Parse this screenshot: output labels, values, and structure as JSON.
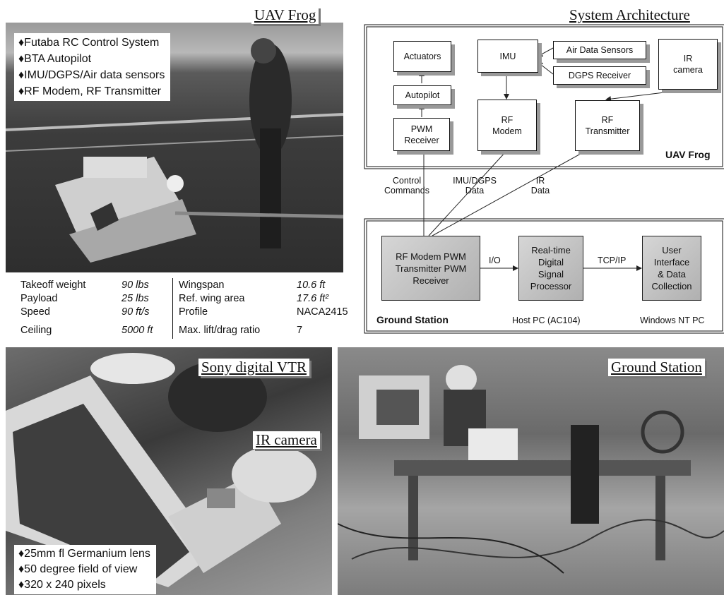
{
  "uav": {
    "title": "UAV Frog",
    "bullets": [
      "♦Futaba RC Control System",
      "♦BTA Autopilot",
      "♦IMU/DGPS/Air data sensors",
      "♦RF Modem, RF Transmitter"
    ]
  },
  "specs": {
    "left": [
      {
        "label": "Takeoff weight",
        "value": "90 lbs"
      },
      {
        "label": "Payload",
        "value": "25 lbs"
      },
      {
        "label": "Speed",
        "value": "90 ft/s"
      },
      {
        "label": "Ceiling",
        "value": "5000 ft"
      }
    ],
    "right": [
      {
        "label": "Wingspan",
        "value": "10.6 ft"
      },
      {
        "label": "Ref. wing area",
        "value": "17.6 ft²"
      },
      {
        "label": "Profile",
        "value": "NACA2415"
      },
      {
        "label": "Max. lift/drag ratio",
        "value": "7"
      }
    ]
  },
  "arch": {
    "title": "System Architecture",
    "uav_label": "UAV Frog",
    "actuators": "Actuators",
    "imu": "IMU",
    "air_data": "Air Data Sensors",
    "dgps": "DGPS Receiver",
    "ir_cam": "IR camera",
    "autopilot": "Autopilot",
    "pwm_rx": "PWM Receiver",
    "rf_modem": "RF Modem",
    "rf_tx": "RF Transmitter",
    "link_control": "Control Commands",
    "link_imu": "IMU/DGPS Data",
    "link_ir": "IR Data",
    "gs_box": "RF Modem PWM Transmitter PWM Receiver",
    "io": "I/O",
    "dsp": "Real-time Digital Signal Processor",
    "tcpip": "TCP/IP",
    "ui": "User Interface & Data Collection",
    "gs_label": "Ground Station",
    "host": "Host PC (AC104)",
    "nt": "Windows NT PC"
  },
  "vtr": {
    "title": "Sony digital VTR",
    "ir_title": "IR camera",
    "bullets": [
      "♦25mm fl Germanium lens",
      "♦50 degree field of view",
      "♦320 x 240 pixels"
    ]
  },
  "ground": {
    "title": "Ground Station"
  }
}
